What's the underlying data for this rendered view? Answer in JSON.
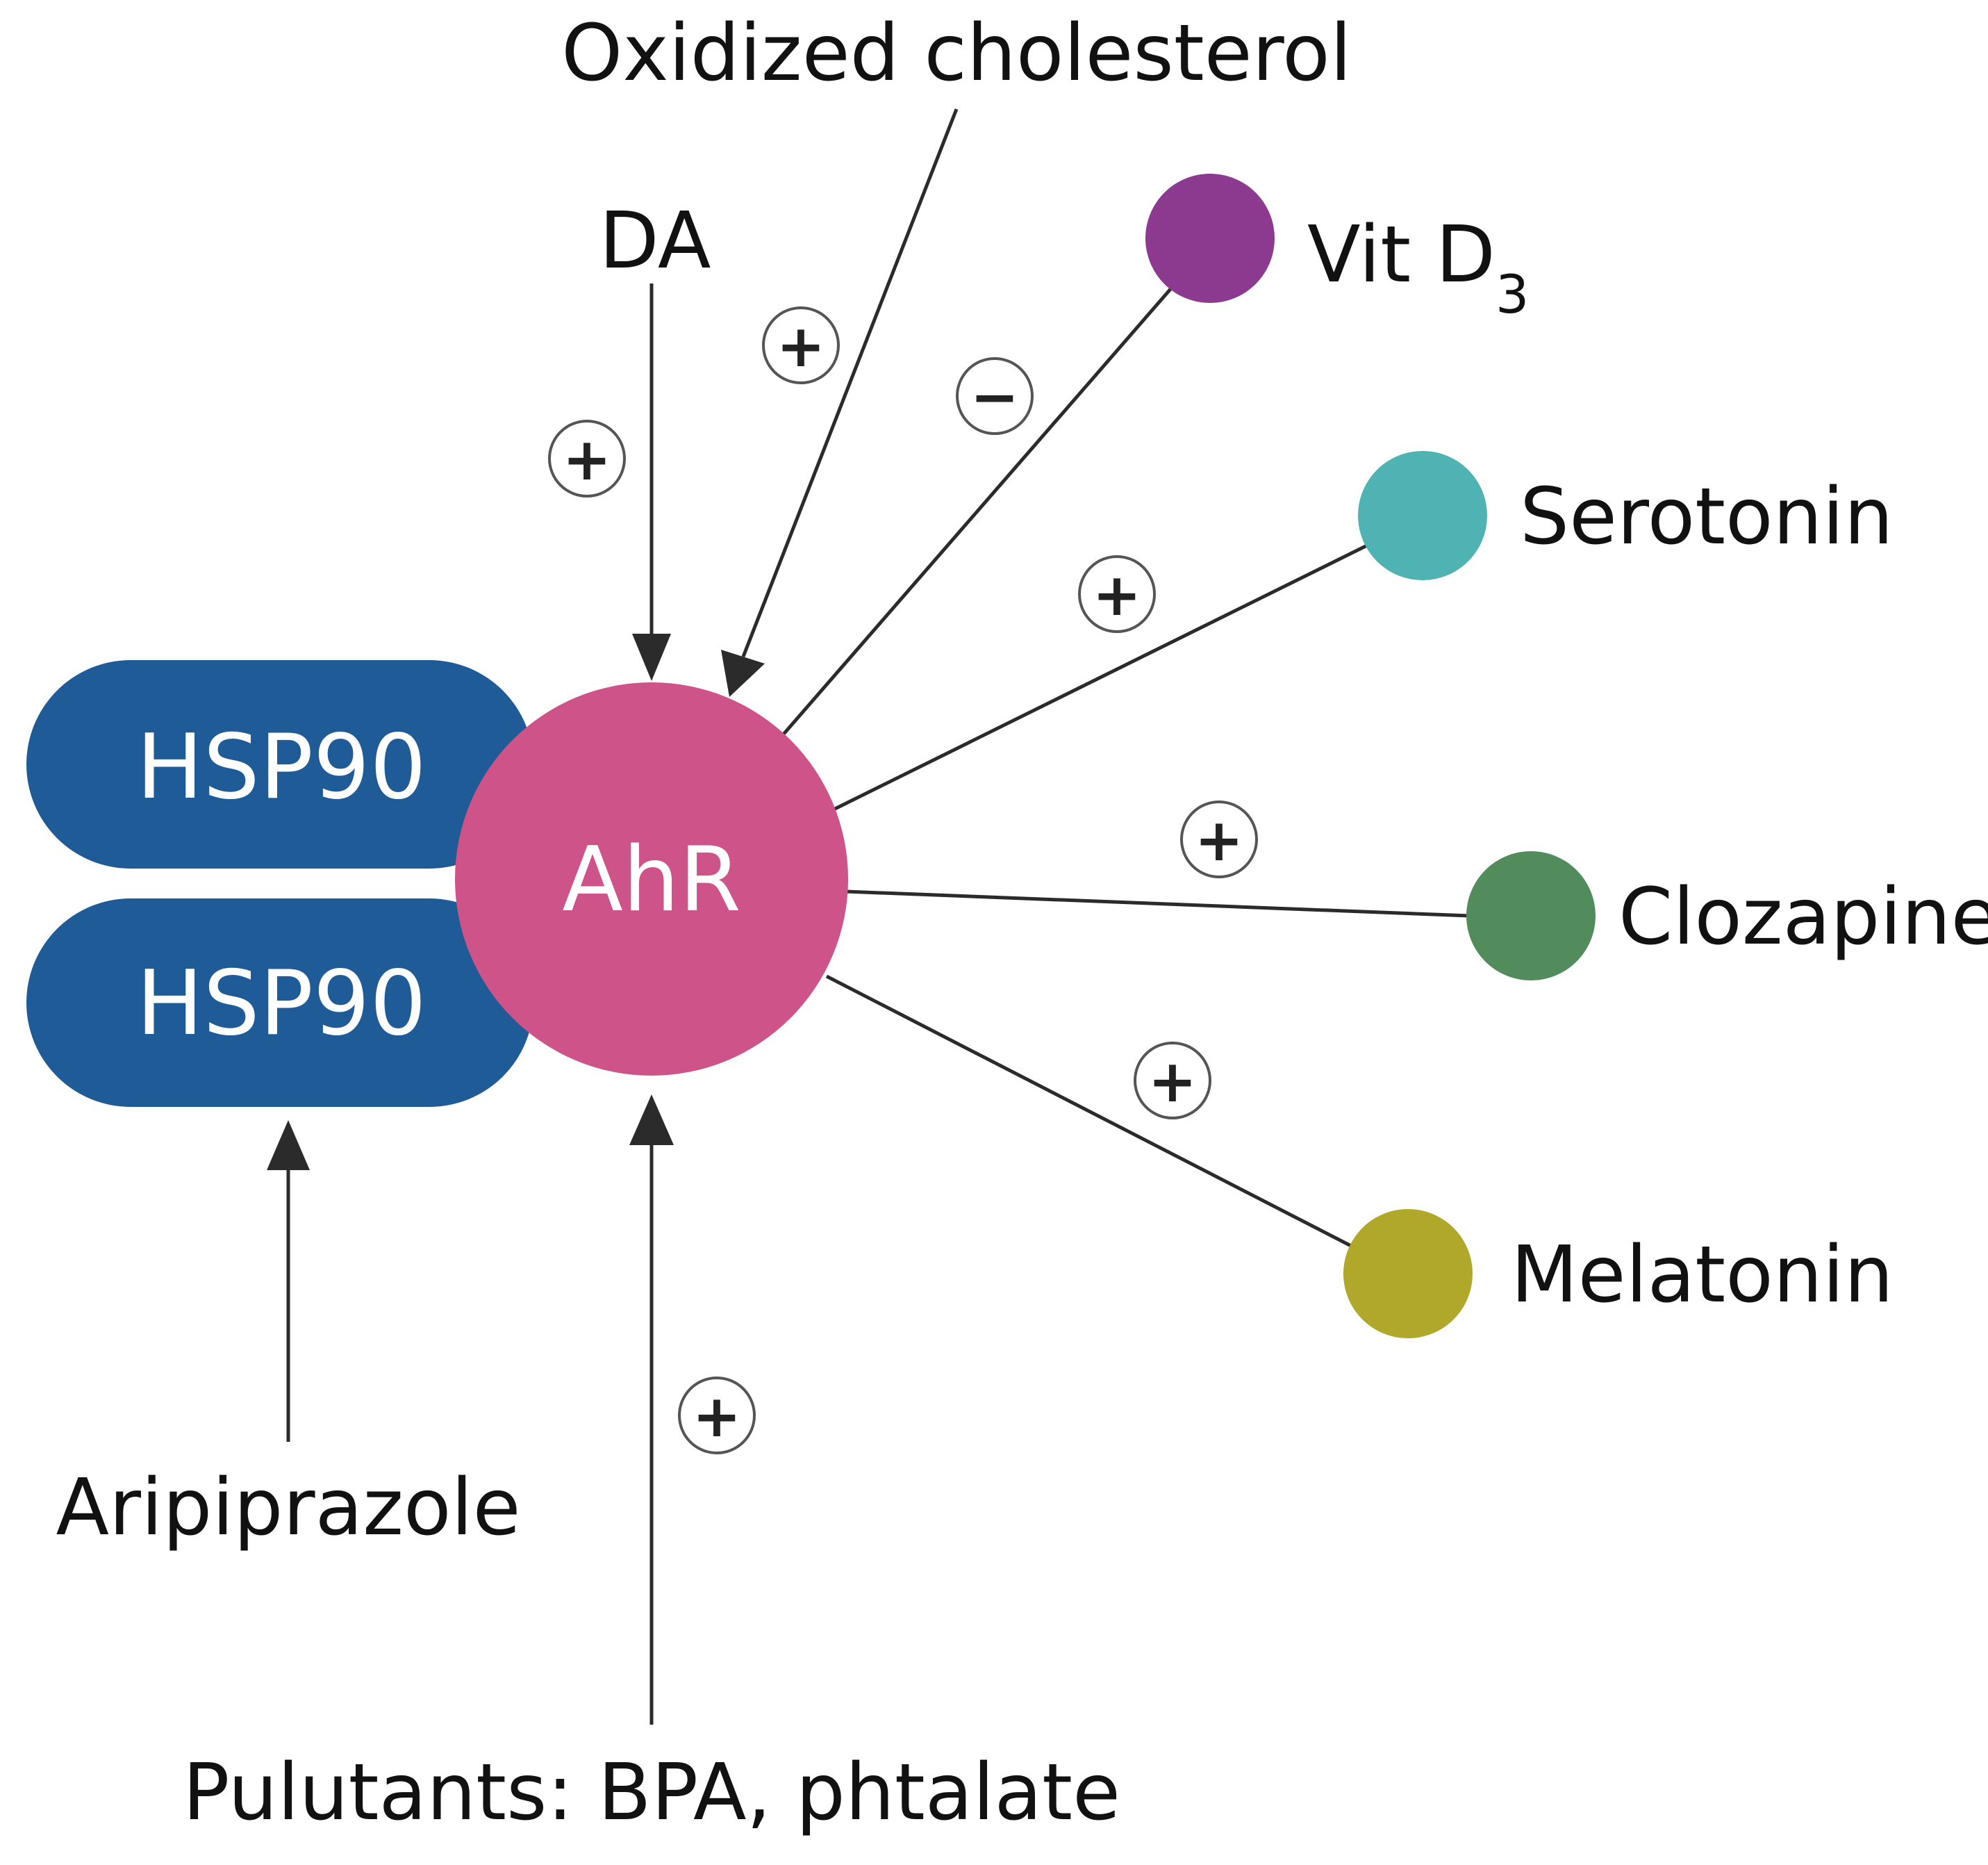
{
  "colors": {
    "hsp90": "#1f5b96",
    "ahr": "#cd5389",
    "vitd3": "#8b3a90",
    "serotonin": "#4fb3b3",
    "clozapine": "#528c5c",
    "melatonin": "#b0a82a",
    "line": "#2b2b2b"
  },
  "hsp90": {
    "label_top": "HSP90",
    "label_bottom": "HSP90"
  },
  "ahr": {
    "label": "AhR"
  },
  "inputs": {
    "oxidized_cholesterol": {
      "label": "Oxidized cholesterol",
      "effect": "+"
    },
    "da": {
      "label": "DA",
      "effect": "+"
    },
    "aripiprazole": {
      "label": "Aripiprazole"
    },
    "pollutants": {
      "label": "Pulutants: BPA, phtalate",
      "effect": "+"
    }
  },
  "ligands": {
    "vitd3": {
      "label": "Vit D",
      "subscript": "3",
      "effect": "−"
    },
    "serotonin": {
      "label": "Serotonin",
      "effect": "+"
    },
    "clozapine": {
      "label": "Clozapine",
      "effect": "+"
    },
    "melatonin": {
      "label": "Melatonin",
      "effect": "+"
    }
  }
}
